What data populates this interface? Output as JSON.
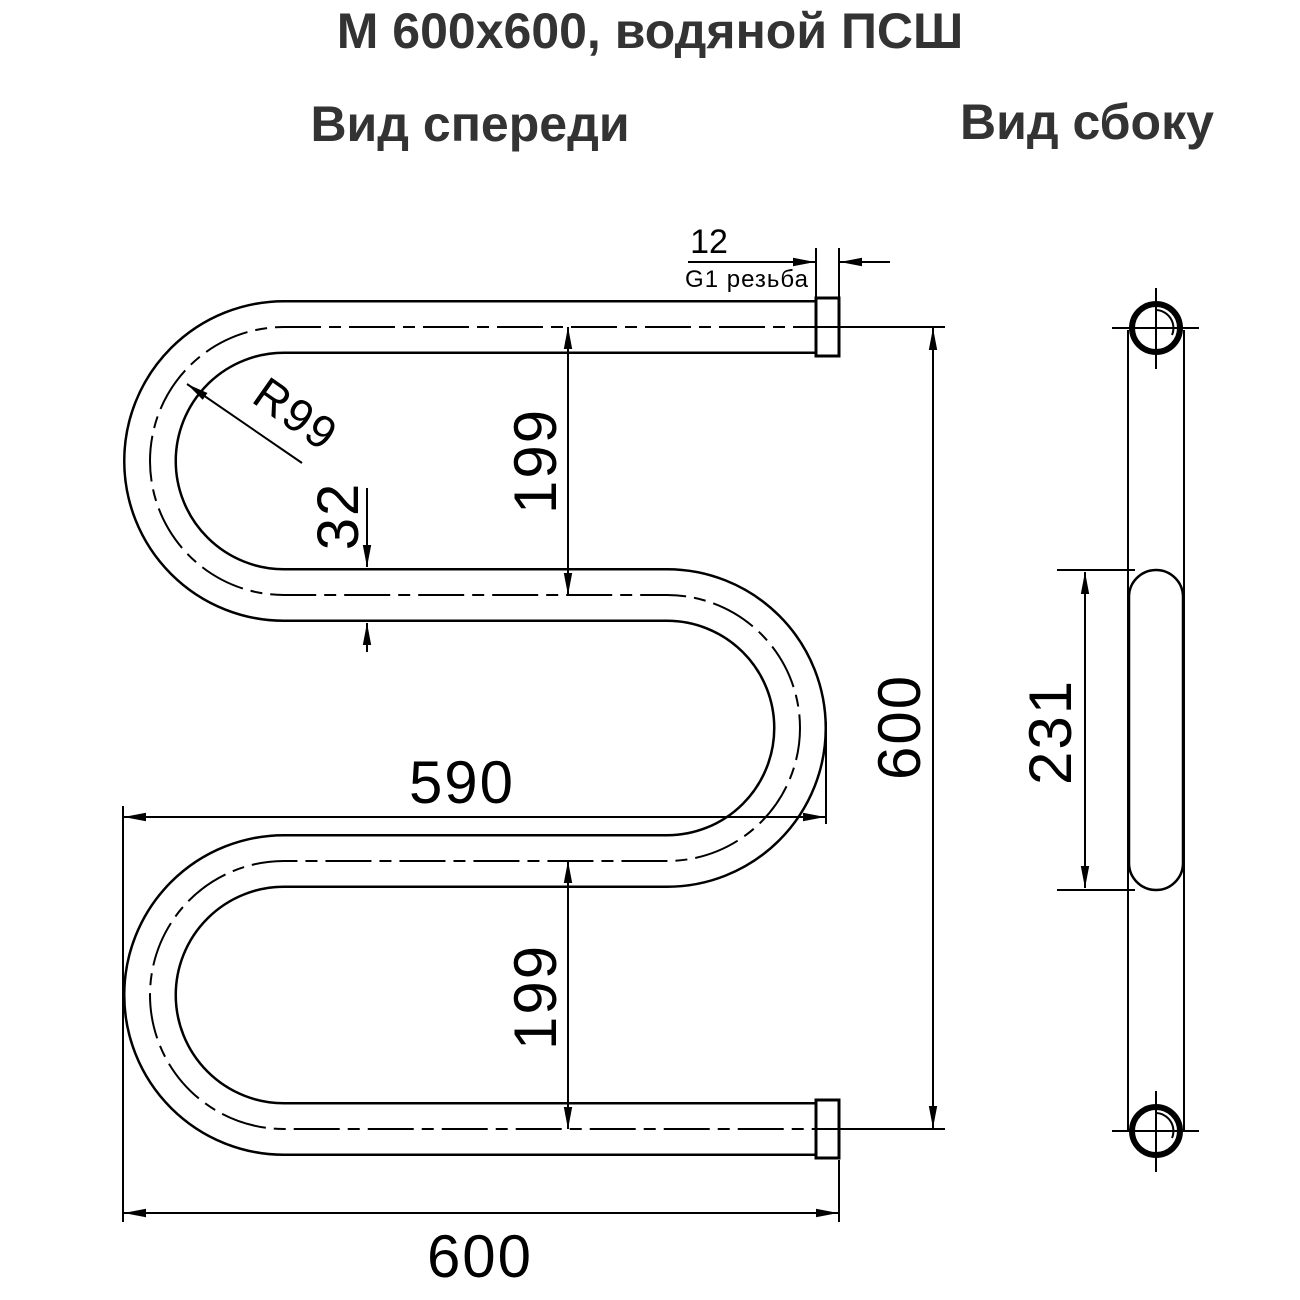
{
  "title": "М 600х600, водяной ПСШ",
  "front_view": {
    "label": "Вид спереди",
    "dimensions": {
      "thread_length": "12",
      "thread_label": "G1 резьба",
      "bend_radius": "R99",
      "pipe_diameter": "32",
      "top_rail_spacing": "199",
      "bottom_rail_spacing": "199",
      "inner_width": "590",
      "overall_height": "600",
      "overall_width": "600"
    }
  },
  "side_view": {
    "label": "Вид сбоку",
    "dimensions": {
      "middle_section_height": "231"
    }
  },
  "colors": {
    "line": "#000000",
    "heading_text": "#333333",
    "background": "#ffffff"
  }
}
